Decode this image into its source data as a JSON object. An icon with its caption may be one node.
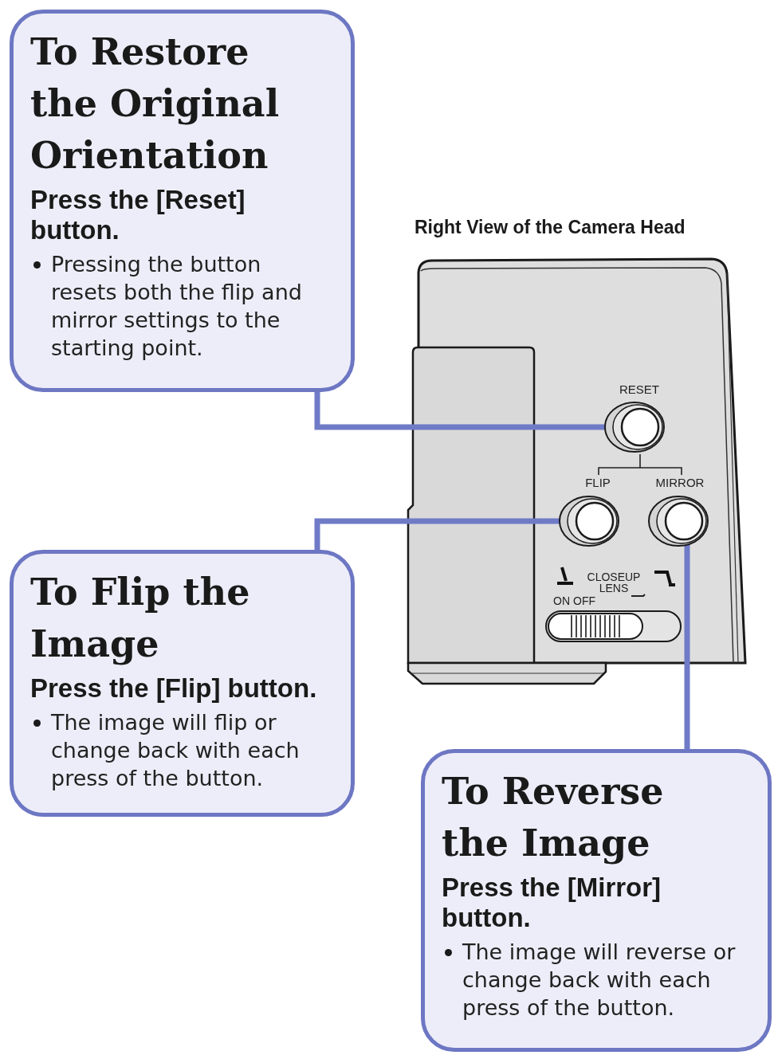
{
  "diagram": {
    "nodes": [
      {
        "text": [
          "To Restore the Original Orientation",
          "Press the [Reset] button.",
          "Pressing the button resets both the flip and mirror settings to the starting point."
        ]
      },
      {
        "text": [
          "To Flip the Image",
          "Press the [Flip] button.",
          "The image will flip or change back with each press of the button."
        ]
      },
      {
        "text": [
          "To Reverse the Image",
          "Press the [Mirror] button.",
          "The image will reverse or change back with each press of the button."
        ]
      },
      {
        "text": [],
        "shape": "circle",
        "beside": [
          "RESET"
        ]
      },
      {
        "text": [],
        "shape": "circle",
        "beside": [
          "FLIP"
        ]
      },
      {
        "text": [],
        "shape": "circle",
        "beside": [
          "MIRROR"
        ]
      }
    ],
    "edges": [
      {
        "from": 0,
        "to": 3,
        "arrow": "none"
      },
      {
        "from": 1,
        "to": 4,
        "arrow": "none"
      },
      {
        "from": 2,
        "to": 5,
        "arrow": "none"
      }
    ],
    "labels": [
      "Right View of the Camera Head",
      "CLOSEUP LENS",
      "ON",
      "OFF"
    ]
  }
}
